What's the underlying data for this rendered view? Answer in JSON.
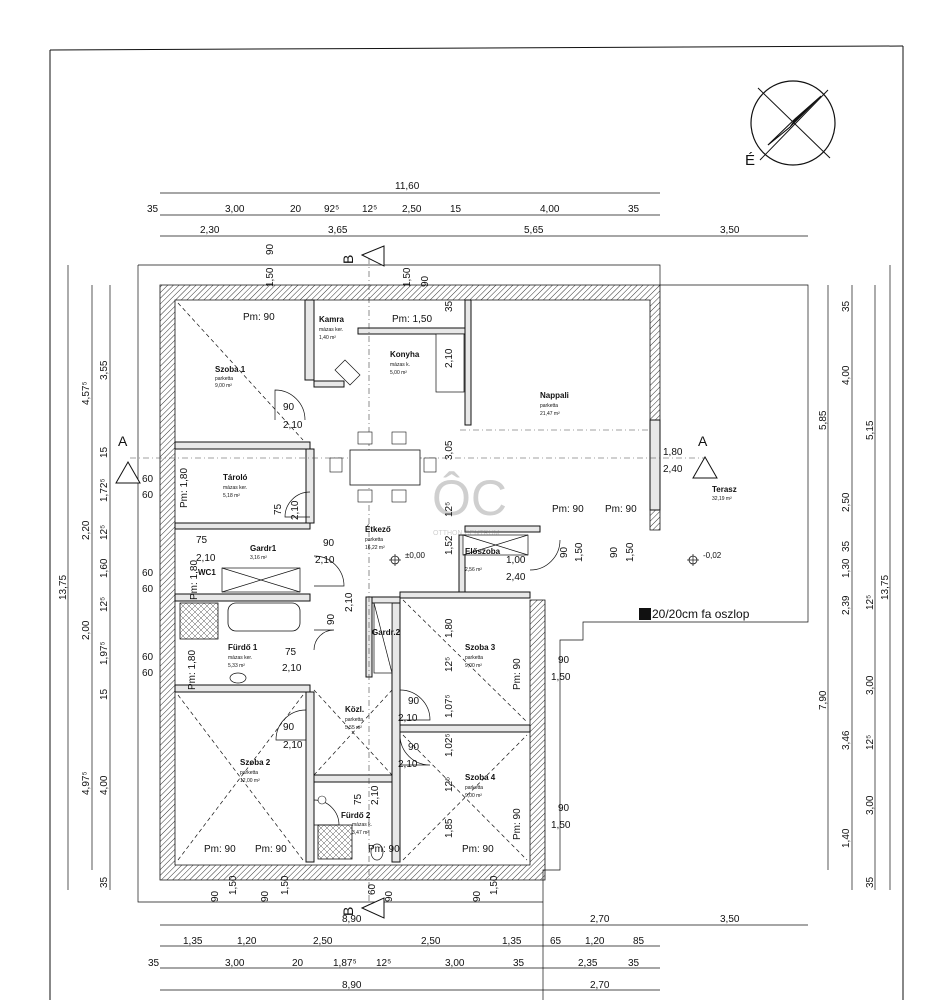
{
  "compass": {
    "label": "É"
  },
  "watermark": {
    "logo": "ÔC",
    "text": "OTTHON CENTRUM"
  },
  "top_dims": {
    "overall": "11,60",
    "row1": [
      "35",
      "3,00",
      "20",
      "92⁵",
      "12⁵",
      "2,50",
      "15",
      "4,00",
      "35"
    ],
    "row2": [
      "2,30",
      "3,65",
      "5,65",
      "3,50"
    ]
  },
  "bottom_dims": {
    "row1": [
      "8,90",
      "2,70",
      "3,50"
    ],
    "row2": [
      "1,35",
      "1,20",
      "2,50",
      "2,50",
      "1,35",
      "65",
      "1,20",
      "85"
    ],
    "row3": [
      "35",
      "3,00",
      "20",
      "1,87⁵",
      "12⁵",
      "3,00",
      "35",
      "2,35",
      "35"
    ],
    "row4": [
      "8,90",
      "2,70"
    ]
  },
  "left_dims": {
    "outer": "13,75",
    "mid": [
      "4,57⁵",
      "2,20",
      "2,00",
      "4,97⁵"
    ],
    "inner": [
      "3,55",
      "15",
      "1,72⁵",
      "12⁵",
      "1,60",
      "12⁵",
      "1,97⁵",
      "15",
      "4,00",
      "35"
    ]
  },
  "right_dims": {
    "outer": "13,75",
    "mid": [
      "5,85",
      "7,90"
    ],
    "inner": [
      "35",
      "4,00",
      "5,15",
      "2,50",
      "35",
      "1,30",
      "2,39",
      "12⁵",
      "3,00",
      "3,46",
      "12⁵",
      "3,00",
      "1,40",
      "35"
    ]
  },
  "sections": {
    "a": "A",
    "b": "B"
  },
  "rooms": [
    {
      "name": "Szoba 1",
      "floor": "parketta",
      "area": "9,00 m²"
    },
    {
      "name": "Kamra",
      "floor": "mázas ker.",
      "area": "1,40 m²"
    },
    {
      "name": "Konyha",
      "floor": "mázas k.",
      "area": "5,00 m²"
    },
    {
      "name": "Nappali",
      "floor": "parketta",
      "area": "21,47 m²"
    },
    {
      "name": "Tároló",
      "floor": "mázas ker.",
      "area": "5,18 m²"
    },
    {
      "name": "Étkező",
      "floor": "parketta",
      "area": "16,22 m²"
    },
    {
      "name": "Terasz",
      "floor": "",
      "area": "32,19 m²"
    },
    {
      "name": "Gardr1",
      "floor": "",
      "area": "3,16 m²"
    },
    {
      "name": "WC1",
      "floor": "",
      "area": ""
    },
    {
      "name": "Előszoba",
      "floor": "",
      "area": "2,56 m²"
    },
    {
      "name": "Fürdő 1",
      "floor": "mázas ker.",
      "area": "5,33 m²"
    },
    {
      "name": "Gardr.2",
      "floor": "",
      "area": ""
    },
    {
      "name": "Szoba 3",
      "floor": "parketta",
      "area": "9,00 m²"
    },
    {
      "name": "Közl.",
      "floor": "parketta",
      "area": "5,55 m²"
    },
    {
      "name": "Szoba 2",
      "floor": "parketta",
      "area": "12,00 m²"
    },
    {
      "name": "Szoba 4",
      "floor": "parketta",
      "area": "9,00 m²"
    },
    {
      "name": "Fürdő 2",
      "floor": "mázas k.",
      "area": "3,47 m²"
    }
  ],
  "labels": {
    "pm90": "Pm: 90",
    "pm150": "Pm: 1,50",
    "pm180": "Pm: 1,80",
    "d90": "90",
    "d75": "75",
    "d60": "60",
    "d210": "2,10",
    "d240": "2,40",
    "d180": "1,80",
    "d150": "1,50",
    "d100": "1,00",
    "d305": "3,05",
    "d152": "1,52",
    "d125": "12⁵",
    "d107": "1,07⁵",
    "d102": "1,02⁵",
    "d185": "1,85",
    "d35": "35",
    "level0": "±0,00",
    "levelneg": "-0,02",
    "column": "20/20cm fa oszlop"
  }
}
